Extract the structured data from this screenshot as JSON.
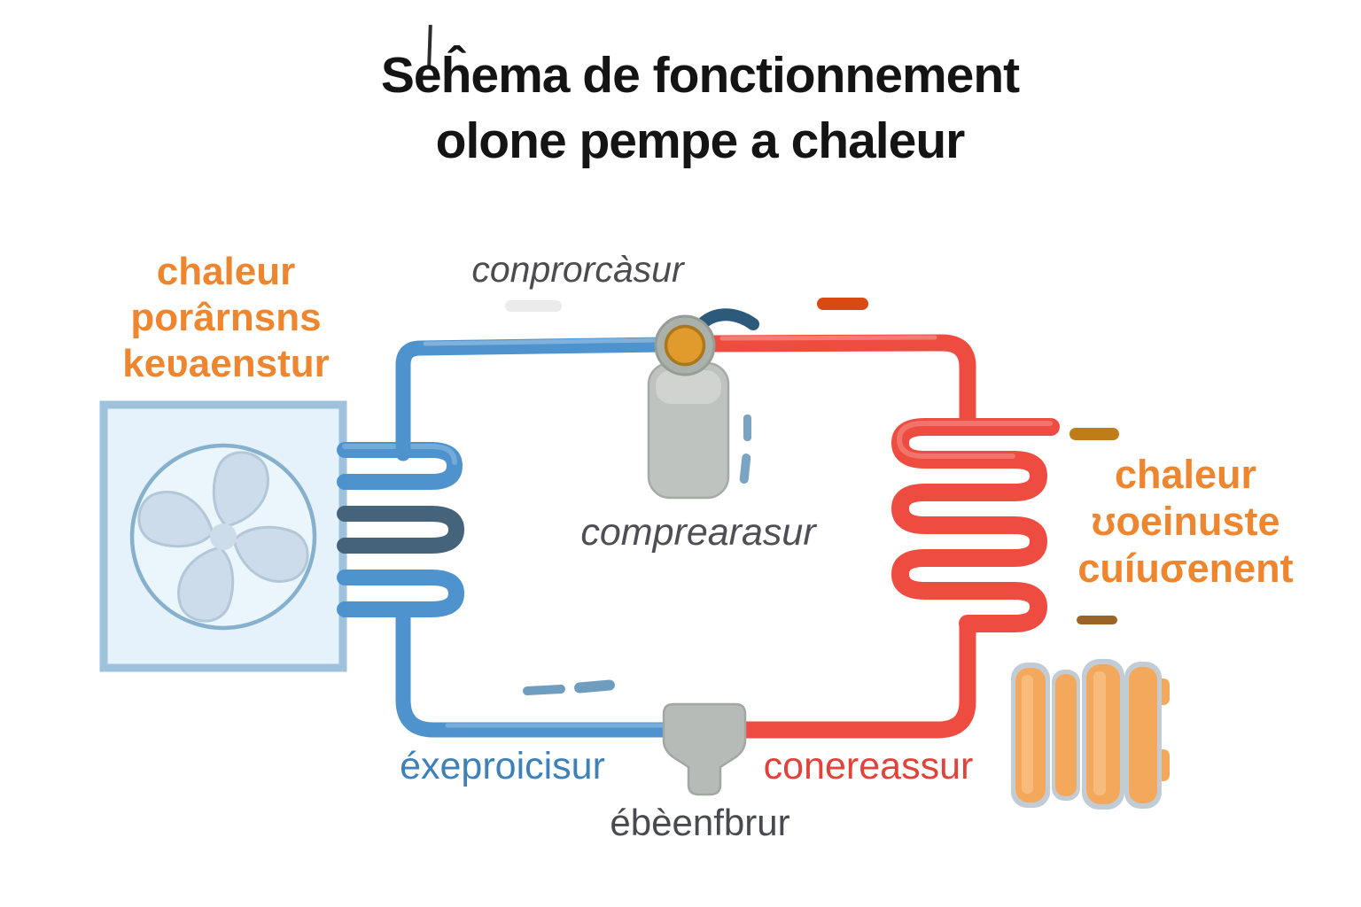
{
  "title": {
    "line1": "Seĥema de fonctionnement",
    "line2": "olone pempe a chaleur"
  },
  "labels": {
    "heat_source": {
      "line1": "chaleur",
      "line2": "porârnsns",
      "line3": "keʋaenstur"
    },
    "compressor_top": "conprorcàsur",
    "compressor_body": "comprearasur",
    "heat_output": {
      "line1": "chaleur",
      "line2": "ʊoeinuste",
      "line3": "cuíuσenent"
    },
    "evaporator": "éxeproicisur",
    "condenser": "conereassur",
    "expansion_valve": "ébèenfbrur"
  },
  "colors": {
    "orange_label": "#ee8630",
    "blue_label": "#3e80b8",
    "red_label": "#e2423a",
    "gray_italic_label": "#4b4b50",
    "pipe_cold": "#4e93ce",
    "pipe_cold_dark": "#46637c",
    "pipe_hot": "#ef4c41",
    "unit_fill": "#e5f2fb",
    "unit_border": "#9ec2dc",
    "fan_blade": "#cddcea",
    "compressor_gray": "#bfc3bf",
    "port_orange": "#e19a2c",
    "radiator_orange": "#f3a85c",
    "radiator_outline": "#c2ccd4"
  },
  "diagram": {
    "type": "heat-pump-cycle",
    "components": [
      "fan-unit",
      "evaporator-coil",
      "compressor",
      "condenser-coil",
      "expansion-valve",
      "radiator"
    ]
  }
}
